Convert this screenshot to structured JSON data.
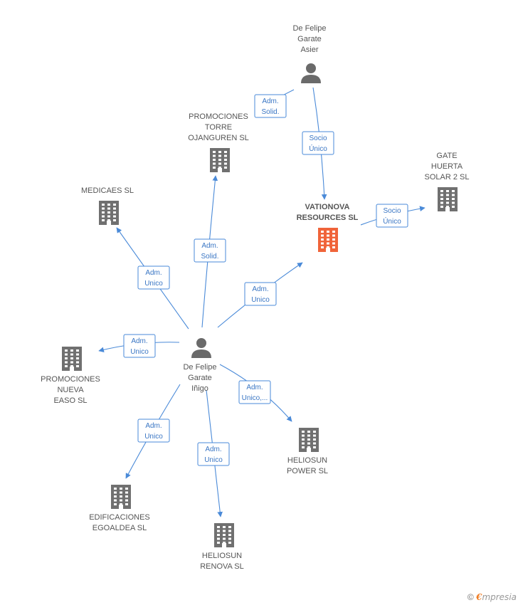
{
  "colors": {
    "edge": "#4a8ad8",
    "company": "#707070",
    "company_highlight": "#f0643a",
    "person": "#6a6a6a"
  },
  "nodes": {
    "asier": {
      "lines": [
        "De Felipe",
        "Garate",
        "Asier"
      ],
      "icon": "person-icon"
    },
    "inigo": {
      "lines": [
        "De Felipe",
        "Garate",
        "Iñigo"
      ],
      "icon": "person-icon"
    },
    "vationova": {
      "lines": [
        "VATIONOVA",
        "RESOURCES SL"
      ],
      "icon": "building-icon",
      "highlight": true
    },
    "gate": {
      "lines": [
        "GATE",
        "HUERTA",
        "SOLAR 2 SL"
      ],
      "icon": "building-icon"
    },
    "torre": {
      "lines": [
        "PROMOCIONES",
        "TORRE",
        "OJANGUREN SL"
      ],
      "icon": "building-icon"
    },
    "medicaes": {
      "lines": [
        "MEDICAES SL"
      ],
      "icon": "building-icon"
    },
    "easo": {
      "lines": [
        "PROMOCIONES",
        "NUEVA",
        "EASO SL"
      ],
      "icon": "building-icon"
    },
    "egoaldea": {
      "lines": [
        "EDIFICACIONES",
        "EGOALDEA SL"
      ],
      "icon": "building-icon"
    },
    "renova": {
      "lines": [
        "HELIOSUN",
        "RENOVA SL"
      ],
      "icon": "building-icon"
    },
    "power": {
      "lines": [
        "HELIOSUN",
        "POWER SL"
      ],
      "icon": "building-icon"
    }
  },
  "edges": [
    {
      "id": "asier-torre",
      "lines": [
        "Adm.",
        "Solid."
      ]
    },
    {
      "id": "asier-vationova",
      "lines": [
        "Socio",
        "Único"
      ]
    },
    {
      "id": "vationova-gate",
      "lines": [
        "Socio",
        "Único"
      ]
    },
    {
      "id": "inigo-torre",
      "lines": [
        "Adm.",
        "Solid."
      ]
    },
    {
      "id": "inigo-medicaes",
      "lines": [
        "Adm.",
        "Unico"
      ]
    },
    {
      "id": "inigo-vationova",
      "lines": [
        "Adm.",
        "Unico"
      ]
    },
    {
      "id": "inigo-easo",
      "lines": [
        "Adm.",
        "Unico"
      ]
    },
    {
      "id": "inigo-power",
      "lines": [
        "Adm.",
        "Unico,..."
      ]
    },
    {
      "id": "inigo-egoaldea",
      "lines": [
        "Adm.",
        "Unico"
      ]
    },
    {
      "id": "inigo-renova",
      "lines": [
        "Adm.",
        "Unico"
      ]
    }
  ],
  "footer": {
    "copyright": "©",
    "brand_initial": "€",
    "brand_rest": "mpresia"
  }
}
